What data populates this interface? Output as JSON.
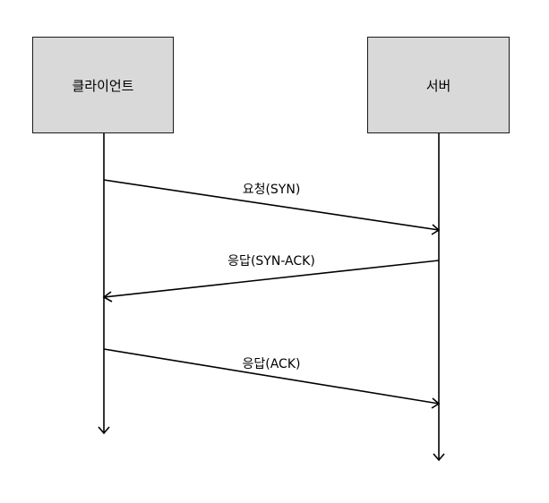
{
  "participants": {
    "client": "클라이언트",
    "server": "서버"
  },
  "messages": [
    {
      "label": "요청(SYN)",
      "from": "client",
      "to": "server"
    },
    {
      "label": "응답(SYN-ACK)",
      "from": "server",
      "to": "client"
    },
    {
      "label": "응답(ACK)",
      "from": "client",
      "to": "server"
    }
  ],
  "colors": {
    "box_fill": "#d9d9d9",
    "stroke": "#000000"
  }
}
